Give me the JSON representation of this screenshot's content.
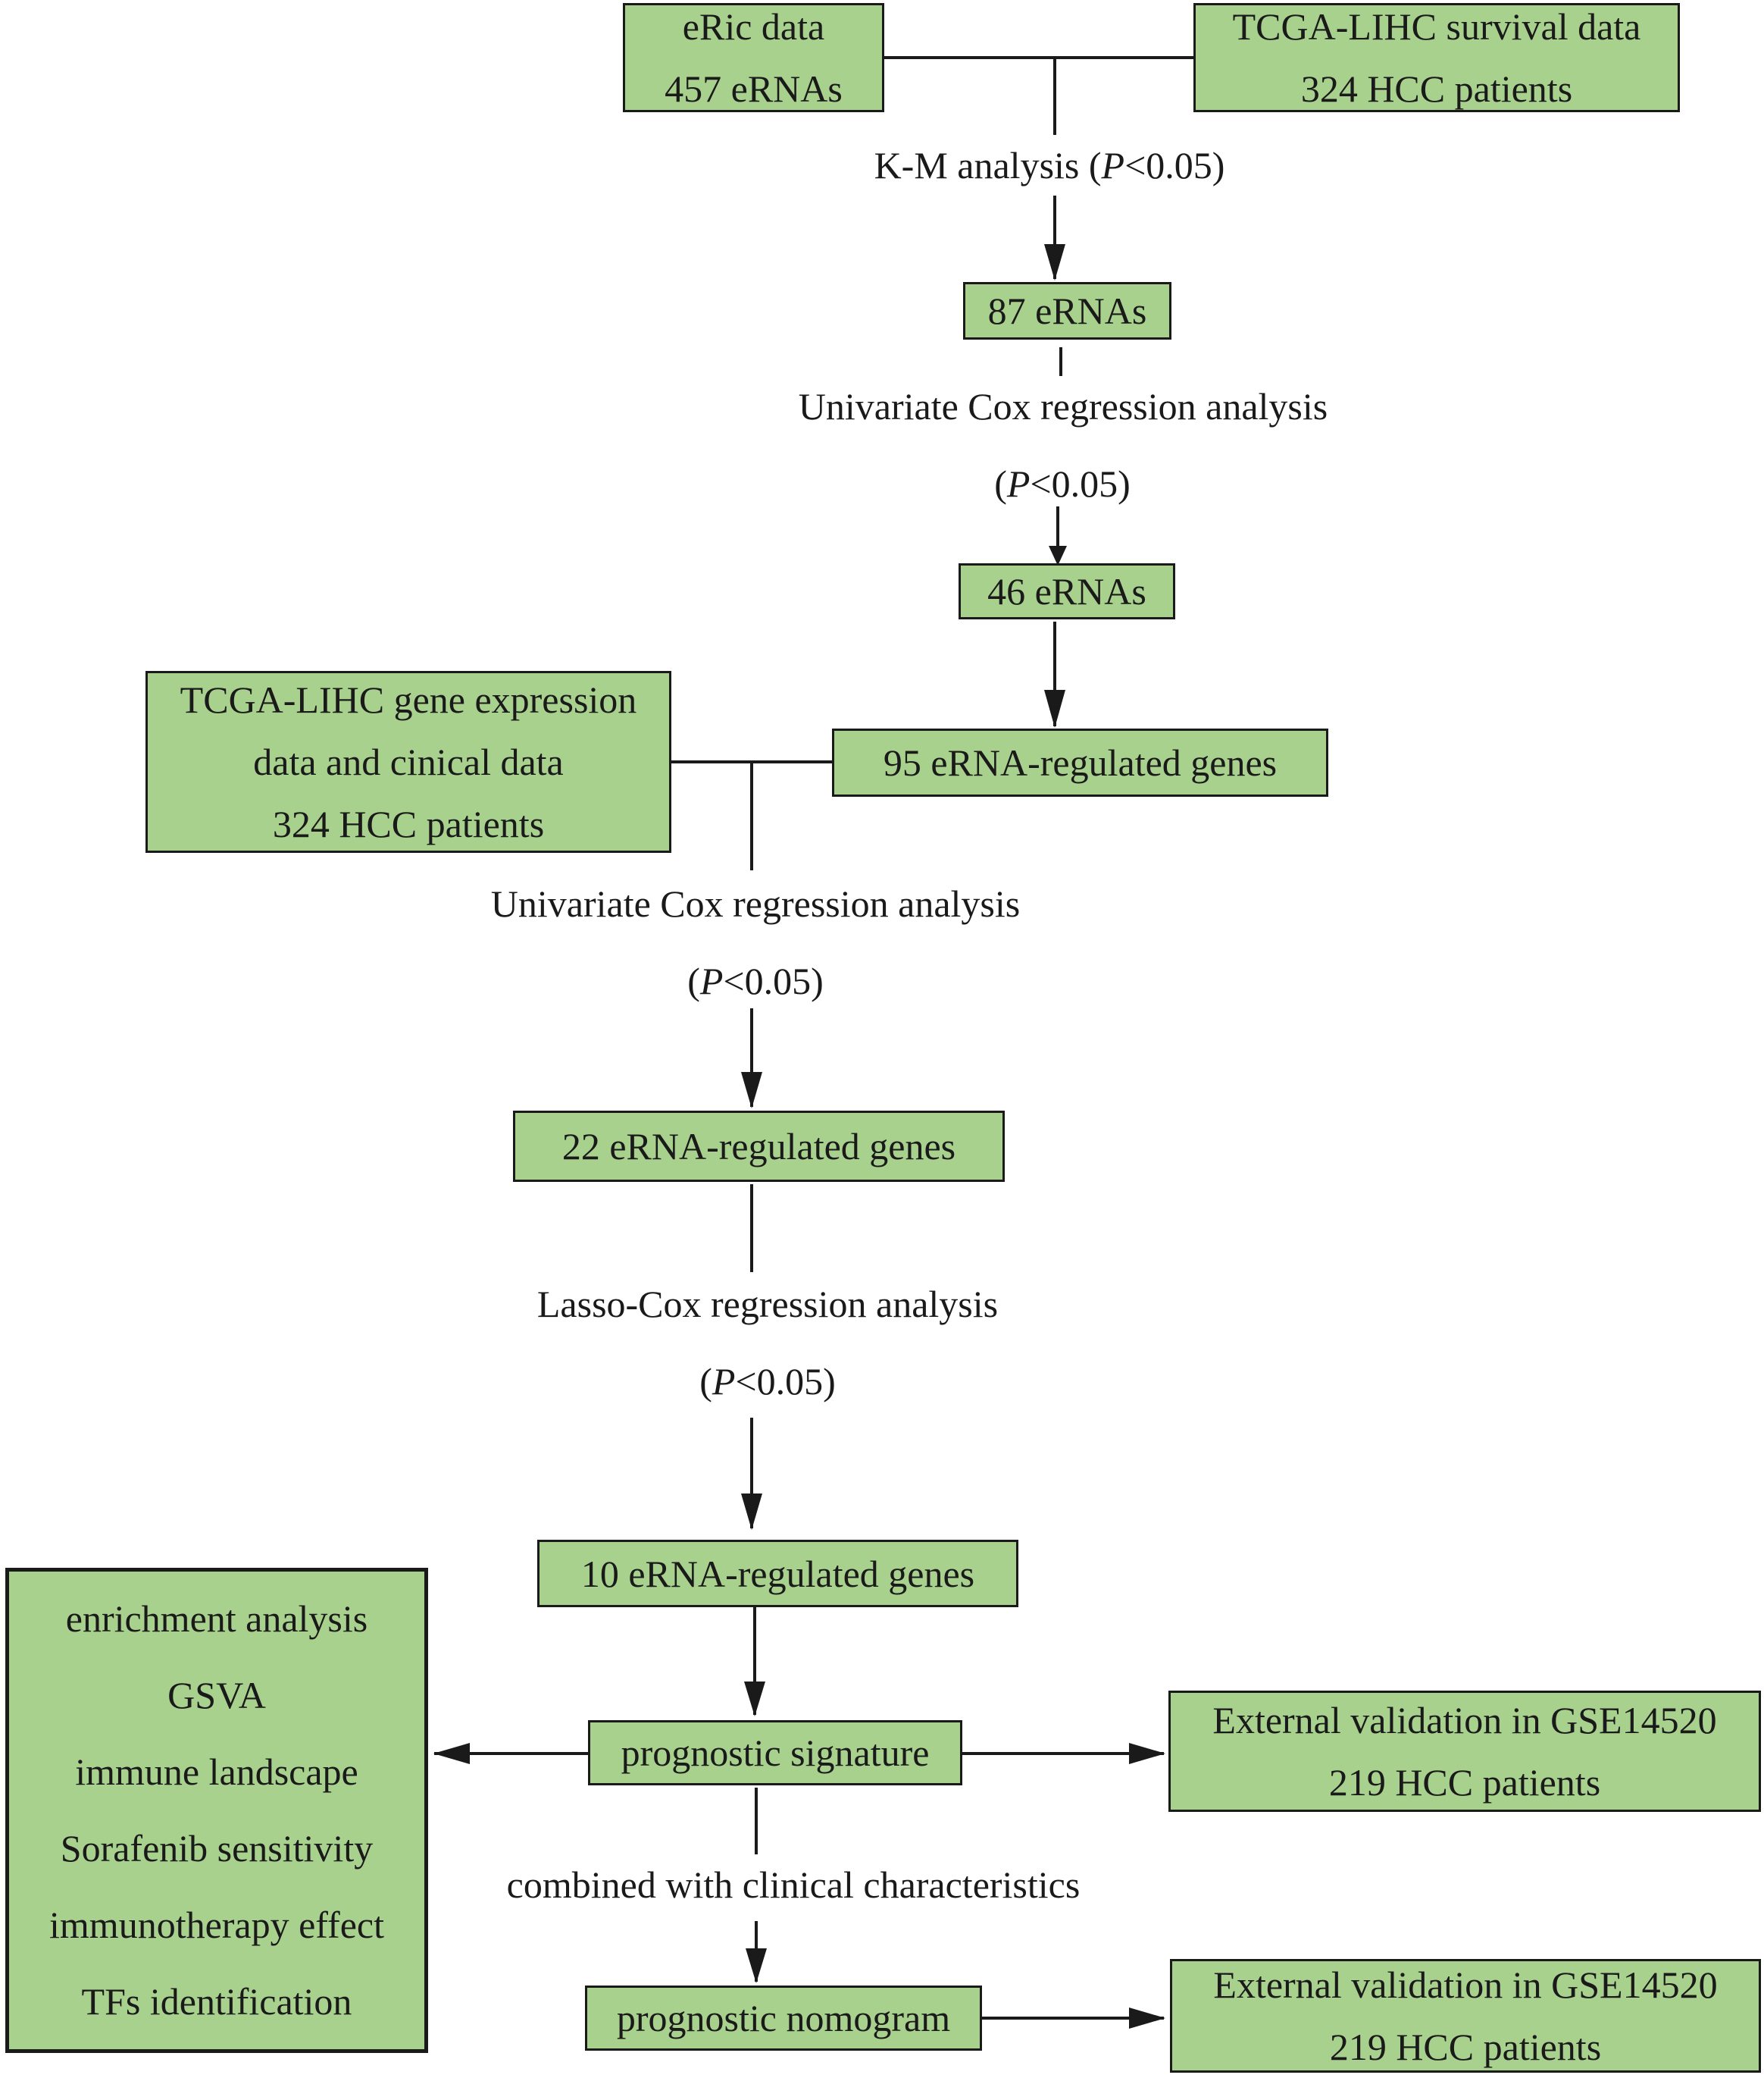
{
  "boxes": {
    "eric": [
      "eRic data",
      "457 eRNAs"
    ],
    "tcga_survival": [
      "TCGA-LIHC survival data",
      "324 HCC patients"
    ],
    "erna87": [
      "87 eRNAs"
    ],
    "erna46": [
      "46 eRNAs"
    ],
    "tcga_expr": [
      "TCGA-LIHC gene expression",
      "data and cinical data",
      "324 HCC patients"
    ],
    "genes95": [
      "95 eRNA-regulated genes"
    ],
    "genes22": [
      "22 eRNA-regulated genes"
    ],
    "genes10": [
      "10 eRNA-regulated genes"
    ],
    "downstream": [
      "enrichment analysis",
      "GSVA",
      "immune landscape",
      "Sorafenib sensitivity",
      "immunotherapy effect",
      "TFs identification"
    ],
    "signature": [
      "prognostic signature"
    ],
    "validation1": [
      "External validation in GSE14520",
      "219 HCC patients"
    ],
    "nomogram": [
      "prognostic nomogram"
    ],
    "validation2": [
      "External validation in GSE14520",
      "219 HCC patients"
    ]
  },
  "labels": {
    "km_pre": "K-M analysis (",
    "p": "P",
    "km_post": "<0.05)",
    "univariate1": "Univariate Cox regression analysis",
    "univariate1_pre": "(",
    "univariate1_post": "<0.05)",
    "univariate2": "Univariate Cox regression analysis",
    "univariate2_pre": "(",
    "univariate2_post": "<0.05)",
    "lasso": "Lasso-Cox regression analysis",
    "lasso_pre": "(",
    "lasso_post": "<0.05)",
    "combined": "combined with clinical characteristics"
  },
  "colors": {
    "box_fill": "#a9d18e",
    "stroke": "#1a1a1a"
  }
}
